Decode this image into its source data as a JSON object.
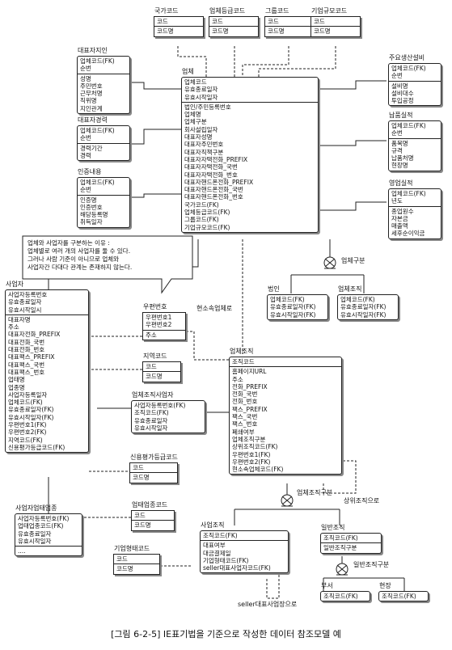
{
  "caption": "[그림 6-2-5] IE표기법을 기준으로 작성한 데이터 참조모델 예",
  "note": {
    "lines": [
      "업체와 사업자를 구분하는 이유 :",
      "업체별로 여러 개의 사업자를 둘 수 있다.",
      "그러나 사람 기준이 아니므로 업체와",
      "사업자간 다대다 관계는 존재하지 않는다."
    ]
  },
  "labels": {
    "업체구분": "업체구분",
    "현소속업체로": "현소속업체로",
    "업체조직구분": "업체조직구분",
    "상위조직으로": "상위조직으로",
    "일반조직구분": "일반조직구분",
    "seller대표사업장으로": "seller대표사업장으로"
  },
  "entities": {
    "국가코드": {
      "title": "국가코드",
      "key": [
        "코드"
      ],
      "attrs": [
        "코드명"
      ]
    },
    "업체등급코드": {
      "title": "업체등급코드",
      "key": [
        "코드"
      ],
      "attrs": [
        "코드명"
      ]
    },
    "그룹코드": {
      "title": "그룹코드",
      "key": [
        "코드"
      ],
      "attrs": [
        "코드명"
      ]
    },
    "기업규모코드": {
      "title": "기업규모코드",
      "key": [
        "코드"
      ],
      "attrs": [
        "코드명"
      ]
    },
    "대표자지인": {
      "title": "대표자지인",
      "key": [
        "업체코드(FK)",
        "순번"
      ],
      "attrs": [
        "성명",
        "주민번호",
        "근무처명",
        "직위명",
        "지인관계"
      ]
    },
    "대표자경력": {
      "title": "대표자경력",
      "key": [
        "업체코드(FK)",
        "순번"
      ],
      "attrs": [
        "경력기간",
        "경력"
      ]
    },
    "인증내용": {
      "title": "인증내용",
      "key": [
        "업체코드(FK)",
        "순번"
      ],
      "attrs": [
        "인증명",
        "인증번호",
        "해당등록명",
        "취득일자"
      ]
    },
    "업체": {
      "title": "업체",
      "key": [
        "업체코드",
        "유효종료일자",
        "유효시작일자"
      ],
      "attrs": [
        "법인/주민등록번호",
        "업체명",
        "업체구분",
        "회사설립일자",
        "대표자성명",
        "대표자주민번호",
        "대표자직책구분",
        "대표자자택전화_PREFIX",
        "대표자자택전화_국번",
        "대표자자택전화_번호",
        "대표자핸드폰전화_PREFIX",
        "대표자핸드폰전화_국번",
        "대표자핸드폰전화_번호",
        "국가코드(FK)",
        "업체등급코드(FK)",
        "그룹코드(FK)",
        "기업규모코드(FK)"
      ]
    },
    "주요생산설비": {
      "title": "주요생산설비",
      "key": [
        "업체코드(FK)",
        "순번"
      ],
      "attrs": [
        "설비명",
        "설비대수",
        "투입공정"
      ]
    },
    "납품실적": {
      "title": "납품실적",
      "key": [
        "업체코드(FK)",
        "순번"
      ],
      "attrs": [
        "품목명",
        "규격",
        "납품처명",
        "현장명"
      ]
    },
    "영업실적": {
      "title": "영업실적",
      "key": [
        "업체코드(FK)",
        "년도"
      ],
      "attrs": [
        "종업원수",
        "자본금",
        "매출액",
        "세후순이익금"
      ]
    },
    "법인": {
      "title": "법인",
      "key": [
        "업체코드(FK)",
        "유효종료일자(FK)",
        "유효시작일자(FK)"
      ],
      "attrs": []
    },
    "업체조직": {
      "title": "업체조직",
      "key": [
        "업체코드(FK)",
        "유효종료일자(FK)",
        "유효시작일자(FK)"
      ],
      "attrs": []
    },
    "사업자": {
      "title": "사업자",
      "key": [
        "사업자등록번호",
        "유효종료일자",
        "유효시작일시"
      ],
      "attrs": [
        "대표자명",
        "주소",
        "대표자전화_PREFIX",
        "대표전화_국번",
        "대표전화_번호",
        "대표팩스_PREFIX",
        "대표팩스_국번",
        "대표팩스_번호",
        "업태명",
        "업종명",
        "사업자등록일자",
        "업체코드(FK)",
        "유효종료일자(FK)",
        "유효시작일자(FK)",
        "우편번호1(FK)",
        "우편번호2(FK)",
        "지역코드(FK)",
        "신용평가등급코드(FK)"
      ]
    },
    "우편번호": {
      "title": "우편번호",
      "key": [
        "우편번호1",
        "우편번호2"
      ],
      "attrs": [
        "주소"
      ]
    },
    "지역코드": {
      "title": "지역코드",
      "key": [
        "코드"
      ],
      "attrs": [
        "코드명"
      ]
    },
    "업체조직사업자": {
      "title": "업체조직사업자",
      "key": [
        "사업자등록번호(FK)",
        "조직코드(FK)",
        "유효종료일자",
        "유효시작일자"
      ],
      "attrs": []
    },
    "신용평가등급코드": {
      "title": "신용평가등급코드",
      "key": [
        "코드"
      ],
      "attrs": [
        "코드명"
      ]
    },
    "조직": {
      "title": "업체조직",
      "key": [
        "조직코드"
      ],
      "attrs": [
        "홈페이지URL",
        "주소",
        "전화_PREFIX",
        "전화_국번",
        "전화_번호",
        "팩스_PREFIX",
        "팩스_국번",
        "팩스_번호",
        "폐쇄여부",
        "업체조직구분",
        "상위조직코드(FK)",
        "우편번호1(FK)",
        "우편번호2(FK)",
        "현소속업체코드(FK)"
      ]
    },
    "사업자업태업종": {
      "title": "사업자업태업종",
      "key": [
        "사업자등록번호(FK)",
        "업태업종코드(FK)",
        "유효종료일자",
        "유효시작일자"
      ],
      "attrs": [
        "...."
      ]
    },
    "업태업종코드": {
      "title": "업태업종코드",
      "key": [
        "코드"
      ],
      "attrs": [
        "코드명"
      ]
    },
    "기업형태코드": {
      "title": "기업형태코드",
      "key": [
        "코드"
      ],
      "attrs": [
        "코드명"
      ]
    },
    "사업조직": {
      "title": "사업조직",
      "key": [
        "조직코드(FK)"
      ],
      "attrs": [
        "대표여부",
        "대금결제일",
        "기업형태코드(FK)",
        "seller대표사업자코드(FK)"
      ]
    },
    "일반조직": {
      "title": "일반조직",
      "key": [
        "조직코드(FK)"
      ],
      "attrs": [
        "일반조직구분"
      ]
    },
    "부서": {
      "title": "부서",
      "key": [
        "조직코드(FK)"
      ],
      "attrs": []
    },
    "현장": {
      "title": "현장",
      "key": [
        "조직코드(FK)"
      ],
      "attrs": []
    }
  }
}
